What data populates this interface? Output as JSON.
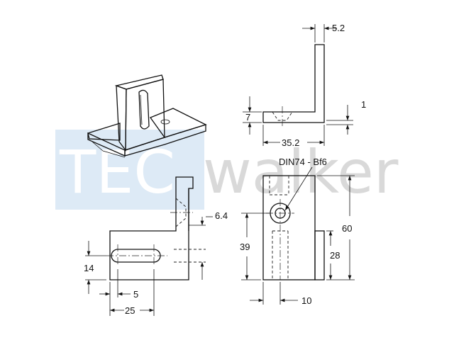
{
  "watermark": {
    "prefix": "TEC",
    "suffix": "walker",
    "colors": {
      "box": "#ddeaf6",
      "prefix": "#ffffff",
      "suffix": "#d9d9d9"
    }
  },
  "dimensions": {
    "top_width": "5.2",
    "top_right": "1",
    "top_left": "7",
    "top_length": "35.2",
    "callout": "DIN74 - Bf6",
    "front_height": "60",
    "front_hole": "39",
    "front_step": "28",
    "front_bottom": "10",
    "side_offset": "6.4",
    "side_height": "14",
    "side_slot_left": "5",
    "side_slot_length": "25"
  }
}
